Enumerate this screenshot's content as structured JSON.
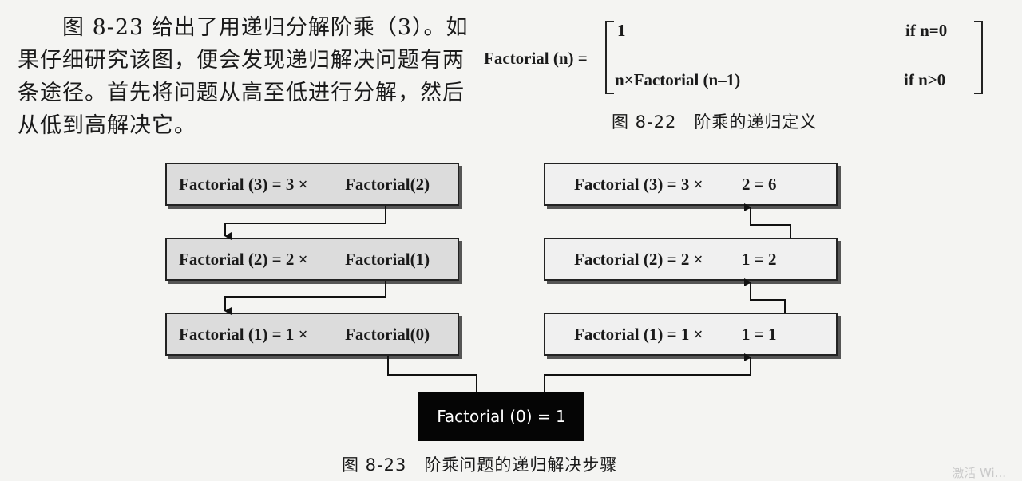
{
  "paragraph": "图 8-23 给出了用递归分解阶乘（3）。如果仔细研究该图，便会发现递归解决问题有两条途径。首先将问题从高至低进行分解，然后从低到高解决它。",
  "definition": {
    "lhs": "Factorial (n) =",
    "case1_value": "1",
    "case1_cond": "if n=0",
    "case2_value": "n×Factorial (n–1)",
    "case2_cond": "if n>0"
  },
  "caption_8_22": "图 8-22　阶乘的递归定义",
  "left_boxes": [
    {
      "lhs": "Factorial (3) = 3 ×",
      "rhs": "Factorial(2)"
    },
    {
      "lhs": "Factorial (2) = 2 ×",
      "rhs": "Factorial(1)"
    },
    {
      "lhs": "Factorial (1) = 1 ×",
      "rhs": "Factorial(0)"
    }
  ],
  "right_boxes": [
    {
      "lhs": "Factorial (3) = 3 ×",
      "rhs": "2 = 6"
    },
    {
      "lhs": "Factorial (2) = 2 ×",
      "rhs": "1 = 2"
    },
    {
      "lhs": "Factorial (1) = 1 ×",
      "rhs": "1 = 1"
    }
  ],
  "final_box": "Factorial (0) = 1",
  "caption_8_23": "图 8-23　阶乘问题的递归解决步骤",
  "watermark": "激活 Wi..."
}
